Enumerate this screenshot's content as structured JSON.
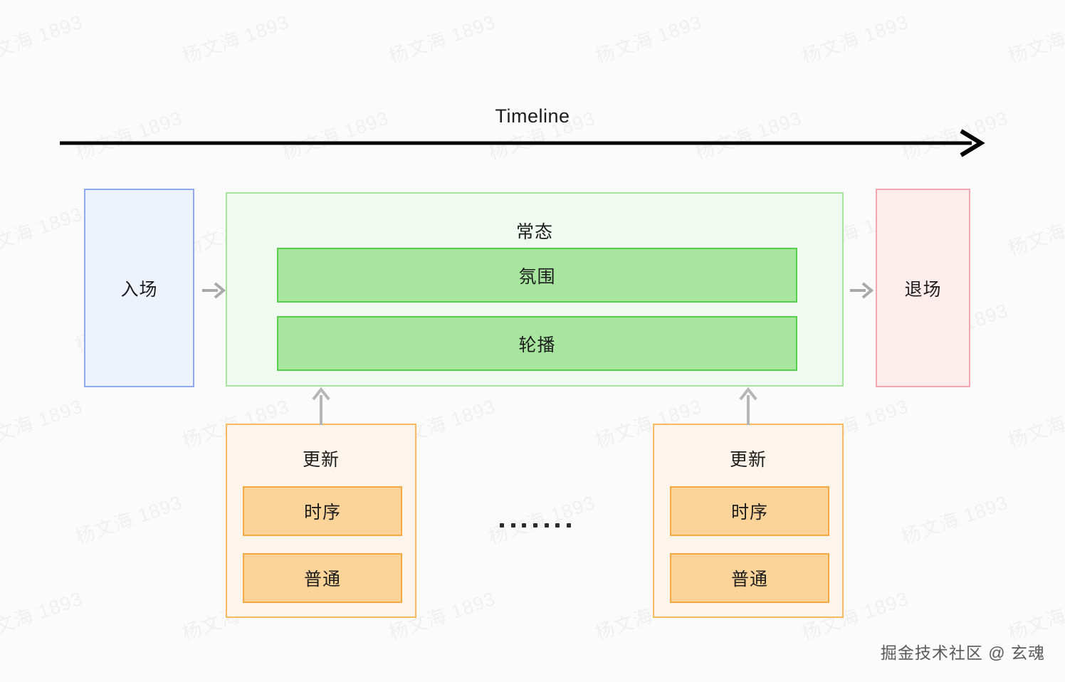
{
  "background_color": "#fbfbfb",
  "timeline": {
    "title": "Timeline",
    "axis_color": "#000000",
    "direction": "left-to-right"
  },
  "watermark": {
    "text": "杨文海 1893",
    "rotation_deg": -19,
    "color": "#000000",
    "opacity": 0.045
  },
  "attribution": {
    "text": "掘金技术社区 @ 玄魂",
    "color": "#5a5a5a"
  },
  "flow": {
    "enter": {
      "label": "入场",
      "fill": "#eef2fd",
      "border": "#8fa8ee"
    },
    "normal": {
      "label": "常态",
      "fill": "#f0faf0",
      "border": "#a5e59c",
      "items": [
        {
          "label": "氛围",
          "fill": "#a8e6a0",
          "border": "#56d24a"
        },
        {
          "label": "轮播",
          "fill": "#a8e6a0",
          "border": "#56d24a"
        }
      ]
    },
    "exit": {
      "label": "退场",
      "fill": "#fdecec",
      "border": "#f0a8ae"
    },
    "arrow_color": "#a9a9a9"
  },
  "updates": {
    "ellipsis": "·······",
    "groups": [
      {
        "label": "更新",
        "fill": "#fdf5ec",
        "border": "#f8b95f",
        "items": [
          {
            "label": "时序",
            "fill": "#fcd49a",
            "border": "#f5a942"
          },
          {
            "label": "普通",
            "fill": "#fcd49a",
            "border": "#f5a942"
          }
        ]
      },
      {
        "label": "更新",
        "fill": "#fdf5ec",
        "border": "#f8b95f",
        "items": [
          {
            "label": "时序",
            "fill": "#fcd49a",
            "border": "#f5a942"
          },
          {
            "label": "普通",
            "fill": "#fcd49a",
            "border": "#f5a942"
          }
        ]
      }
    ]
  }
}
